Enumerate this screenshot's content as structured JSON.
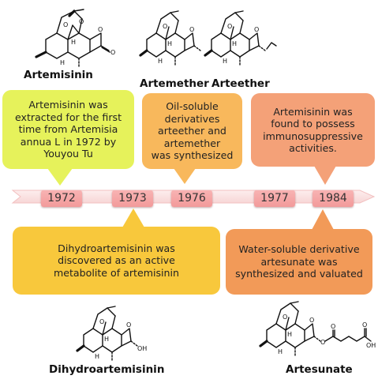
{
  "compounds": {
    "artemisinin": "Artemisinin",
    "artemether": "Artemether",
    "arteether": "Arteether",
    "dihydroartemisinin": "Dihydroartemisinin",
    "artesunate": "Artesunate"
  },
  "atom_labels": {
    "O": "O",
    "H": "H",
    "OH": "OH",
    "OH_acid": "OH"
  },
  "timeline": {
    "years": [
      "1972",
      "1973",
      "1976",
      "1977",
      "1984"
    ]
  },
  "events": {
    "e1972": "Artemisinin was\nextracted for the first\ntime from Artemisia\nannua L  in 1972 by\nYouyou Tu",
    "e1976": "Oil-soluble\nderivatives\narteether and\nartemether\nwas synthesized",
    "e1977": "Artemisinin was\nfound to possess\nimmunosuppressive\nactivities.",
    "e1973": "Dihydroartemisinin was\ndiscovered as an active\nmetabolite of artemisinin",
    "e1984": "Water-soluble derivative\nartesunate was\nsynthesized  and valuated"
  },
  "colors": {
    "yellow": "#e6f25b",
    "orange_light": "#f8b85c",
    "salmon": "#f4a178",
    "gold": "#f8c83c",
    "orange": "#f29a58",
    "year_box": "#f4a4a4",
    "band": "#fbe3e3"
  }
}
